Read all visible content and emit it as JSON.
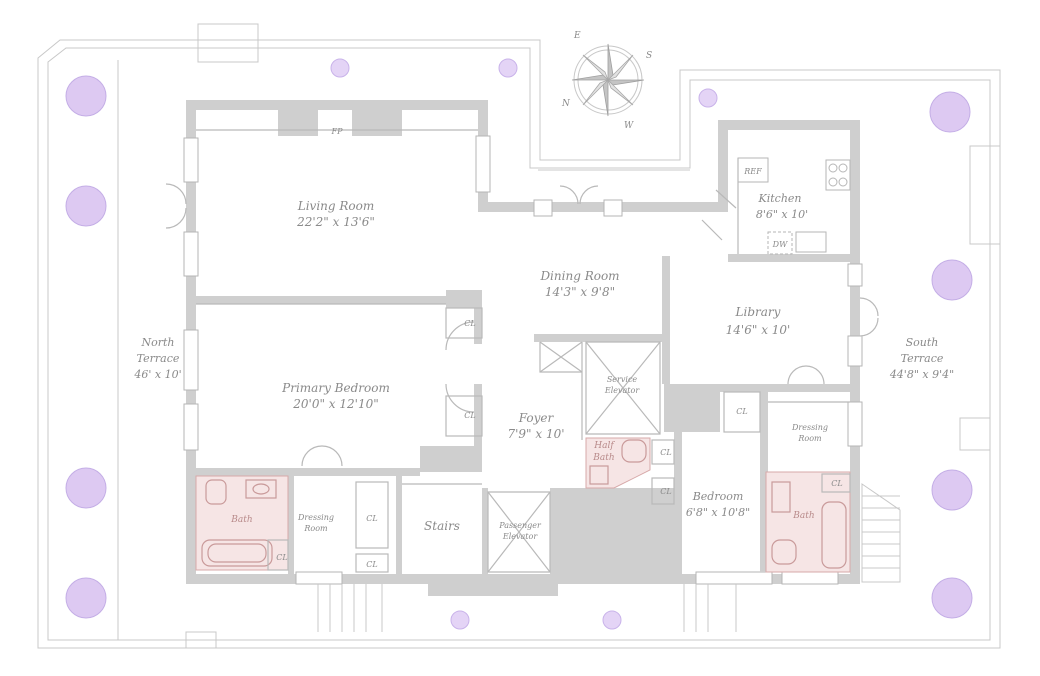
{
  "plan": {
    "colors": {
      "wall": "#cfcfcf",
      "outline": "#b9b9b9",
      "bath_fill": "#f6e5e5",
      "bath_fixture": "#c99a9a",
      "plant": "#ddc9f2",
      "label": "#8a8a8a"
    },
    "rooms": {
      "living": {
        "name": "Living Room",
        "dims": "22'2\" x 13'6\""
      },
      "dining": {
        "name": "Dining Room",
        "dims": "14'3\" x 9'8\""
      },
      "kitchen": {
        "name": "Kitchen",
        "dims": "8'6\" x 10'"
      },
      "library": {
        "name": "Library",
        "dims": "14'6\" x 10'"
      },
      "primary_bedroom": {
        "name": "Primary Bedroom",
        "dims": "20'0\" x 12'10\""
      },
      "foyer": {
        "name": "Foyer",
        "dims": "7'9\" x 10'"
      },
      "bedroom": {
        "name": "Bedroom",
        "dims": "6'8\" x 10'8\""
      },
      "north_terrace": {
        "name_line1": "North",
        "name_line2": "Terrace",
        "dims": "46' x 10'"
      },
      "south_terrace": {
        "name_line1": "South",
        "name_line2": "Terrace",
        "dims": "44'8\" x 9'4\""
      },
      "stairs": {
        "name": "Stairs"
      },
      "bath_primary": {
        "name": "Bath"
      },
      "bath_bedroom": {
        "name": "Bath"
      },
      "half_bath": {
        "line1": "Half",
        "line2": "Bath"
      },
      "dressing_primary": {
        "line1": "Dressing",
        "line2": "Room"
      },
      "dressing_bedroom": {
        "line1": "Dressing",
        "line2": "Room"
      },
      "service_elevator": {
        "line1": "Service",
        "line2": "Elevator"
      },
      "passenger_elevator": {
        "line1": "Passenger",
        "line2": "Elevator"
      }
    },
    "fixtures": {
      "fireplace": "FP",
      "refrigerator": "REF",
      "dishwasher": "DW",
      "closet": "CL"
    },
    "compass": {
      "n": "N",
      "e": "E",
      "s": "S",
      "w": "W"
    }
  }
}
